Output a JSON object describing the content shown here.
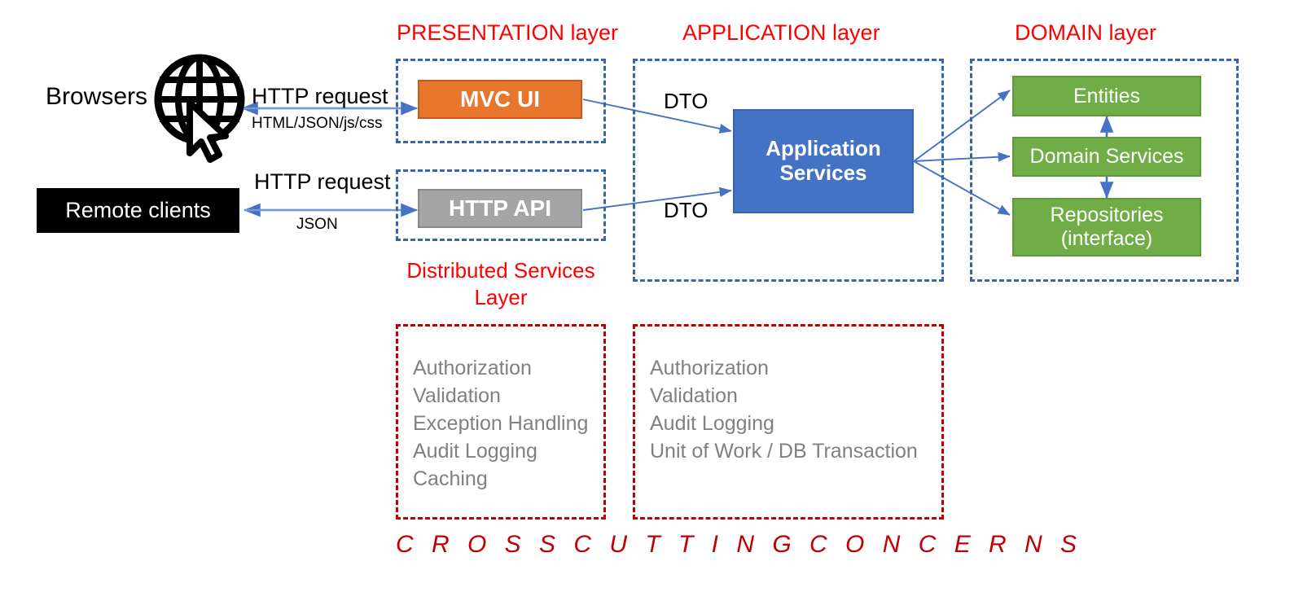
{
  "diagram": {
    "title_footer": "C R O S S   C U T T I N G   C O N C E R N S",
    "layers": [
      {
        "id": "presentation",
        "title": "PRESENTATION layer"
      },
      {
        "id": "application",
        "title": "APPLICATION layer"
      },
      {
        "id": "domain",
        "title": "DOMAIN layer"
      }
    ],
    "distributed_services_title": "Distributed Services Layer",
    "clients": {
      "browsers_label": "Browsers",
      "globe_icon": "globe-cursor-icon",
      "remote_clients_label": "Remote clients"
    },
    "edges": {
      "browser_request": "HTTP request",
      "browser_response": "HTML/JSON/js/css",
      "remote_request": "HTTP request",
      "remote_response": "JSON",
      "mvc_to_app": "DTO",
      "api_to_app": "DTO"
    },
    "nodes": {
      "mvc_ui": "MVC UI",
      "http_api": "HTTP API",
      "application_services": "Application Services",
      "entities": "Entities",
      "domain_services": "Domain Services",
      "repositories": "Repositories (interface)",
      "repositories_line1": "Repositories",
      "repositories_line2": "(interface)",
      "application_services_line1": "Application",
      "application_services_line2": "Services"
    },
    "concerns": {
      "presentation": [
        "Authorization",
        "Validation",
        "Exception Handling",
        "Audit Logging",
        "Caching"
      ],
      "application": [
        "Authorization",
        "Validation",
        "Audit Logging",
        "Unit of Work / DB Transaction"
      ]
    },
    "colors": {
      "layer_title": "#FF0000",
      "dashed_blue": "#3A66A8",
      "dashed_red": "#C00000",
      "mvc_ui": "#E8762C",
      "http_api": "#A5A5A5",
      "application_services": "#4472C4",
      "domain_node": "#70AD47",
      "remote_clients": "#000000",
      "arrow": "#4472C4",
      "concern_text": "#808080"
    }
  }
}
